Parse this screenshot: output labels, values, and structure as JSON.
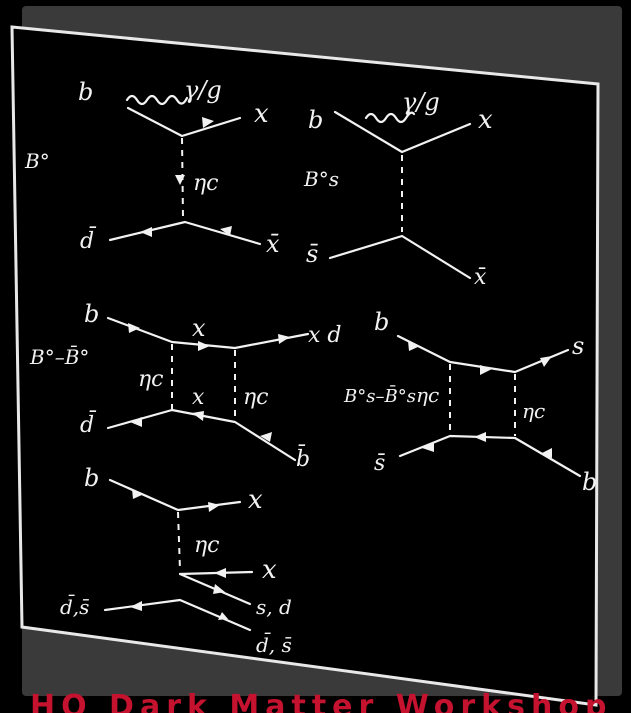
{
  "board": {
    "d1": {
      "meson": "B°",
      "b": "b",
      "boson": "γ/g",
      "x_out": "x",
      "exchange": "ηc",
      "dbar": "d̄",
      "xbar": "x̄"
    },
    "d2": {
      "b": "b",
      "boson": "γ/g",
      "x_out": "x",
      "meson": "B°s",
      "sbar": "s̄",
      "xbar": "x̄"
    },
    "d3": {
      "meson": "B°–B̄°",
      "b": "b",
      "x_top": "x",
      "x_right": "x d",
      "exchange_left": "ηc",
      "x_mid": "x",
      "exchange_right": "ηc",
      "dbar": "d̄",
      "bbar": "b̄"
    },
    "d4": {
      "b": "b",
      "s": "s",
      "meson": "B°s–B̄°s",
      "exchange_left": "ηc",
      "exchange_right": "ηc",
      "sbar": "s̄",
      "b_out": "b"
    },
    "d5": {
      "b": "b",
      "x_top": "x",
      "exchange": "ηc",
      "x_right": "x",
      "ds_bar": "d̄,s̄",
      "sd": "s, d",
      "ds_bar2": "d̄, s̄"
    }
  },
  "caption": "HQ Dark Matter Workshop"
}
